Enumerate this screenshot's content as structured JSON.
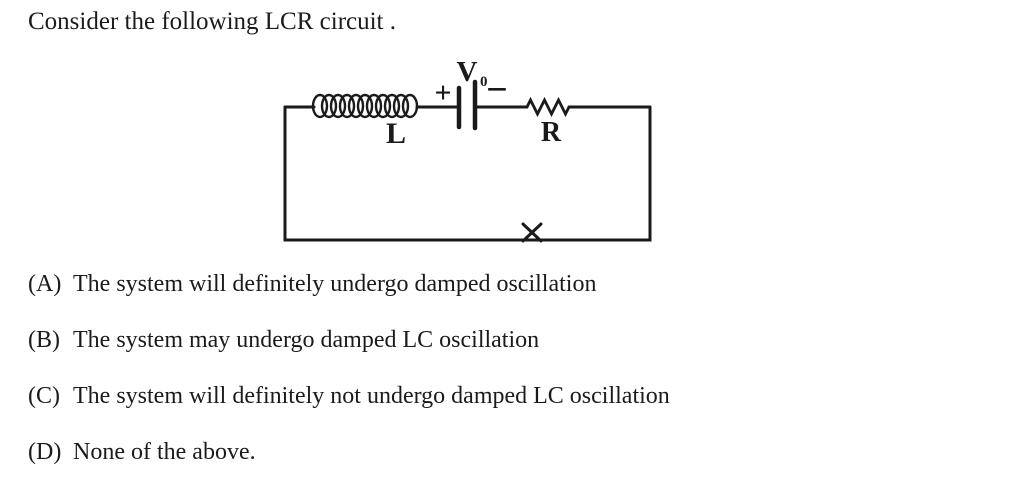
{
  "page": {
    "background_color": "#ffffff",
    "ink_color": "#1a1a1a"
  },
  "question": {
    "title": "Consider the following LCR circuit ."
  },
  "circuit": {
    "labels": {
      "inductor": "L",
      "resistor": "R",
      "voltage": "V",
      "voltage_subscript": "0",
      "plus": "+",
      "minus": "−"
    },
    "components": [
      "inductor-coil",
      "charged-capacitor",
      "resistor-zigzag",
      "open-switch-cross"
    ]
  },
  "options": [
    {
      "label": "(A)",
      "text": "The system will definitely undergo damped oscillation"
    },
    {
      "label": "(B)",
      "text": "The system may undergo damped LC oscillation"
    },
    {
      "label": "(C)",
      "text": "The system will definitely not undergo damped LC oscillation"
    },
    {
      "label": "(D)",
      "text": "None of the above."
    }
  ]
}
